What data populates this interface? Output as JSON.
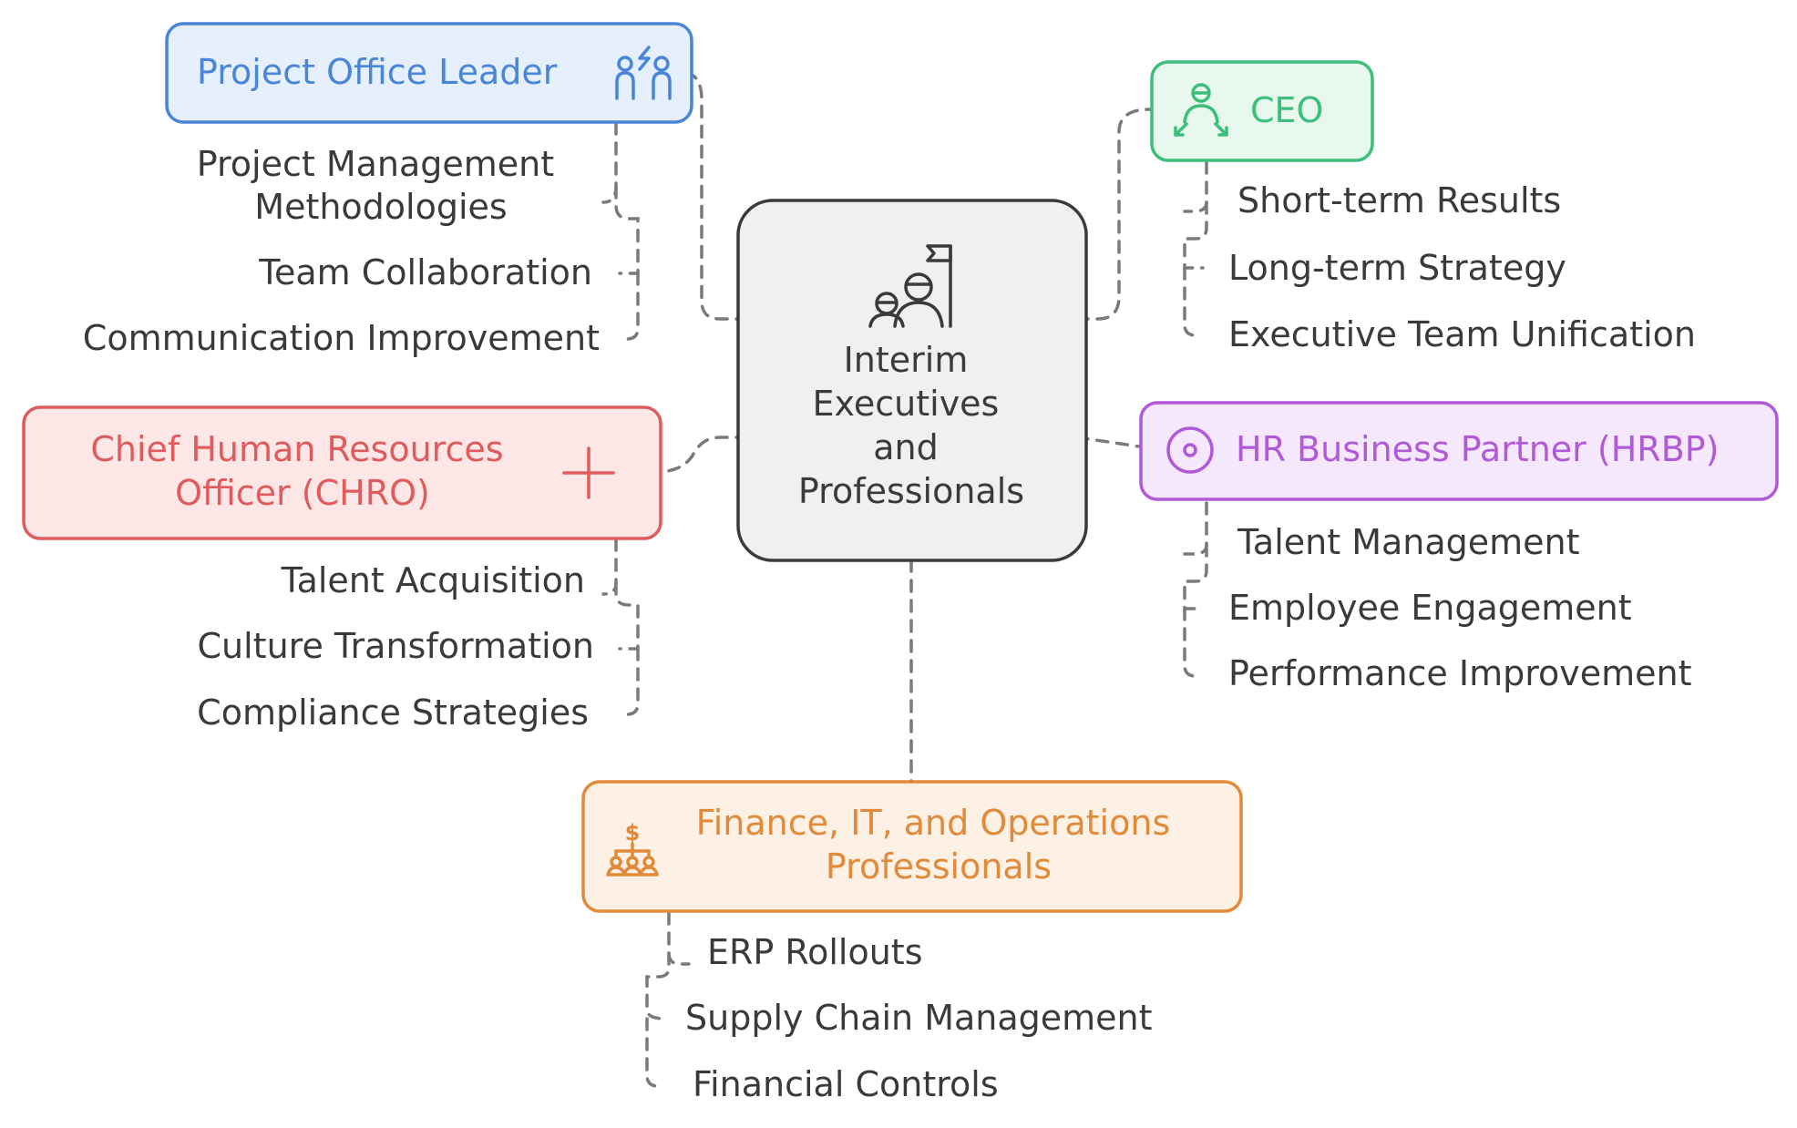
{
  "center": {
    "lines": [
      "Interim",
      "Executives",
      "and",
      "Professionals"
    ],
    "icon": "team-flag-icon"
  },
  "colors": {
    "blue": "#4a86d8",
    "green": "#3bbf7a",
    "red": "#e05c5c",
    "purple": "#b05ad8",
    "orange": "#e08a3a",
    "center": "#3a3a3a"
  },
  "nodes": {
    "project_office": {
      "label": "Project Office Leader",
      "icon": "team-lightning-icon",
      "leaves": [
        "Project Management Methodologies",
        "Team Collaboration",
        "Communication Improvement"
      ]
    },
    "ceo": {
      "label": "CEO",
      "icon": "leader-arrows-icon",
      "leaves": [
        "Short-term Results",
        "Long-term Strategy",
        "Executive Team Unification"
      ]
    },
    "chro": {
      "label_lines": [
        "Chief Human Resources",
        "Officer (CHRO)"
      ],
      "icon": "plus-icon",
      "leaves": [
        "Talent Acquisition",
        "Culture Transformation",
        "Compliance Strategies"
      ]
    },
    "hrbp": {
      "label": "HR Business Partner (HRBP)",
      "icon": "target-icon",
      "leaves": [
        "Talent Management",
        "Employee Engagement",
        "Performance Improvement"
      ]
    },
    "finance": {
      "label_lines": [
        "Finance, IT, and Operations",
        "Professionals"
      ],
      "icon": "org-dollar-icon",
      "leaves": [
        "ERP Rollouts",
        "Supply Chain Management",
        "Financial Controls"
      ]
    }
  }
}
